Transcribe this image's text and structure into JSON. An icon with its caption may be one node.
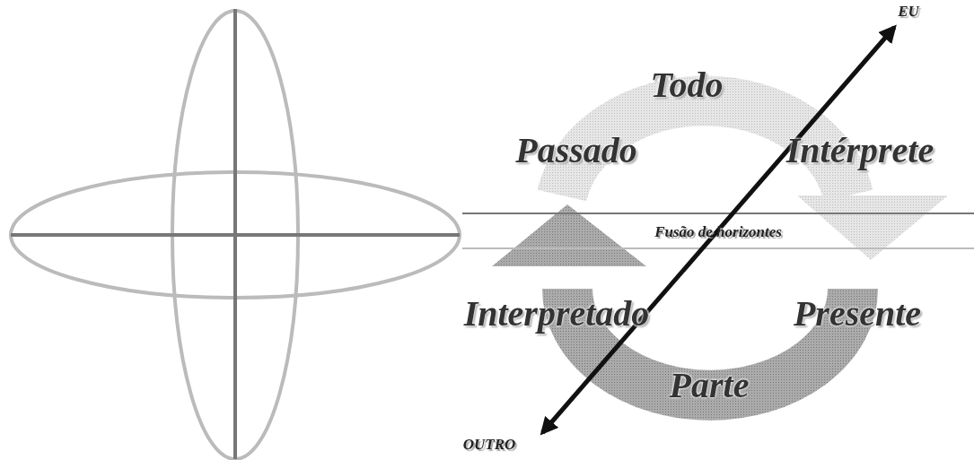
{
  "diagram": {
    "nodes": [
      {
        "text": [
          "EU"
        ]
      },
      {
        "text": [
          "OUTRO"
        ]
      }
    ],
    "edges": [
      {
        "from": 0,
        "to": 1,
        "arrow": "both"
      }
    ],
    "labels": [
      "Todo",
      "Passado",
      "Intérprete",
      "Fusão de horizontes",
      "Interpretado",
      "Presente",
      "Parte"
    ]
  }
}
